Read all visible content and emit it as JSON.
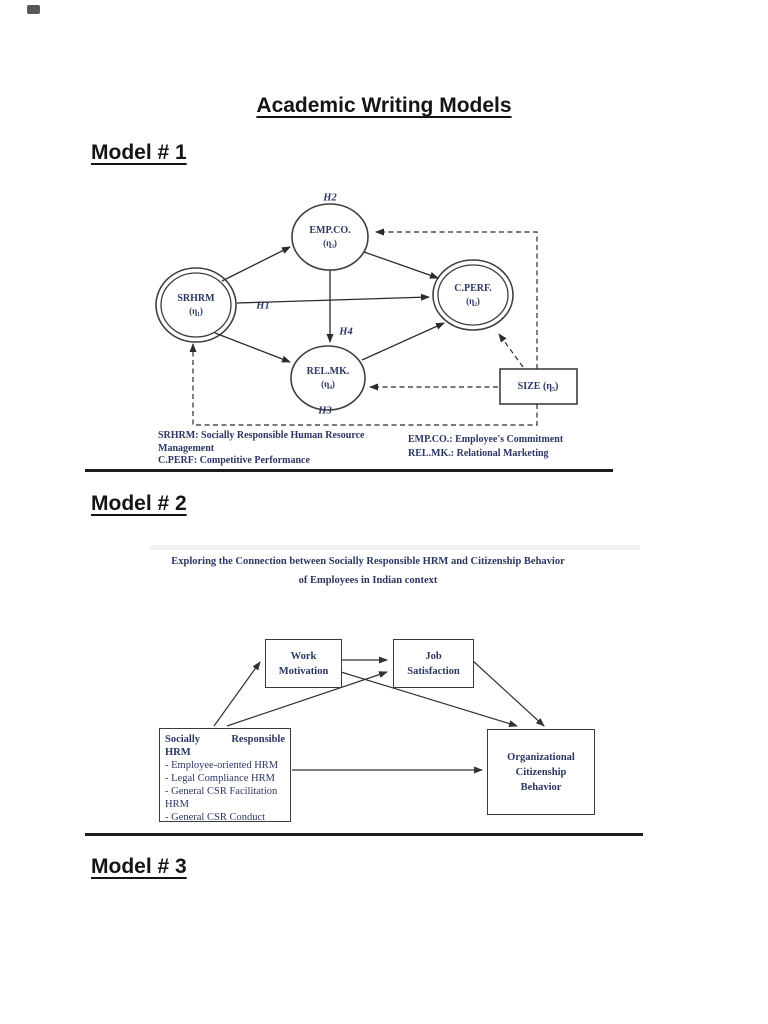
{
  "page": {
    "title": "Academic Writing Models",
    "model1_heading": "Model # 1",
    "model2_heading": "Model # 2",
    "model3_heading": "Model # 3"
  },
  "colors": {
    "figure_ink": "#2c3763",
    "diagram_line": "#2b2b2b",
    "heading_ink": "#151515"
  },
  "model1": {
    "nodes": {
      "srhrm": {
        "label": "SRHRM",
        "eta": "(η₁)"
      },
      "empco": {
        "label": "EMP.CO.",
        "eta": "(η₃)"
      },
      "cperf": {
        "label": "C.PERF.",
        "eta": "(η₂)"
      },
      "relmk": {
        "label": "REL.MK.",
        "eta": "(η₄)"
      },
      "size": {
        "label": "SIZE (η₅)"
      }
    },
    "hypotheses": {
      "h1": "H1",
      "h2": "H2",
      "h3": "H3",
      "h4": "H4"
    },
    "legend": {
      "left": [
        "SRHRM: Socially Responsible Human Resource Management",
        "C.PERF: Competitive Performance"
      ],
      "right": [
        "EMP.CO.: Employee's Commitment",
        "REL.MK.: Relational Marketing"
      ]
    }
  },
  "model2": {
    "figure_title_line1": "Exploring the Connection between Socially Responsible HRM and Citizenship Behavior",
    "figure_title_line2": "of Employees in Indian context",
    "boxes": {
      "work_motivation": {
        "line1": "Work",
        "line2": "Motivation"
      },
      "job_satisfaction": {
        "line1": "Job",
        "line2": "Satisfaction"
      },
      "srhrm": {
        "title_word1": "Socially",
        "title_word2": "Responsible",
        "title_line2": "HRM",
        "items": [
          "- Employee-oriented HRM",
          "- Legal Compliance HRM",
          "- General CSR Facilitation HRM",
          "- General CSR Conduct"
        ]
      },
      "ocb": {
        "line1": "Organizational",
        "line2": "Citizenship",
        "line3": "Behavior"
      }
    }
  }
}
